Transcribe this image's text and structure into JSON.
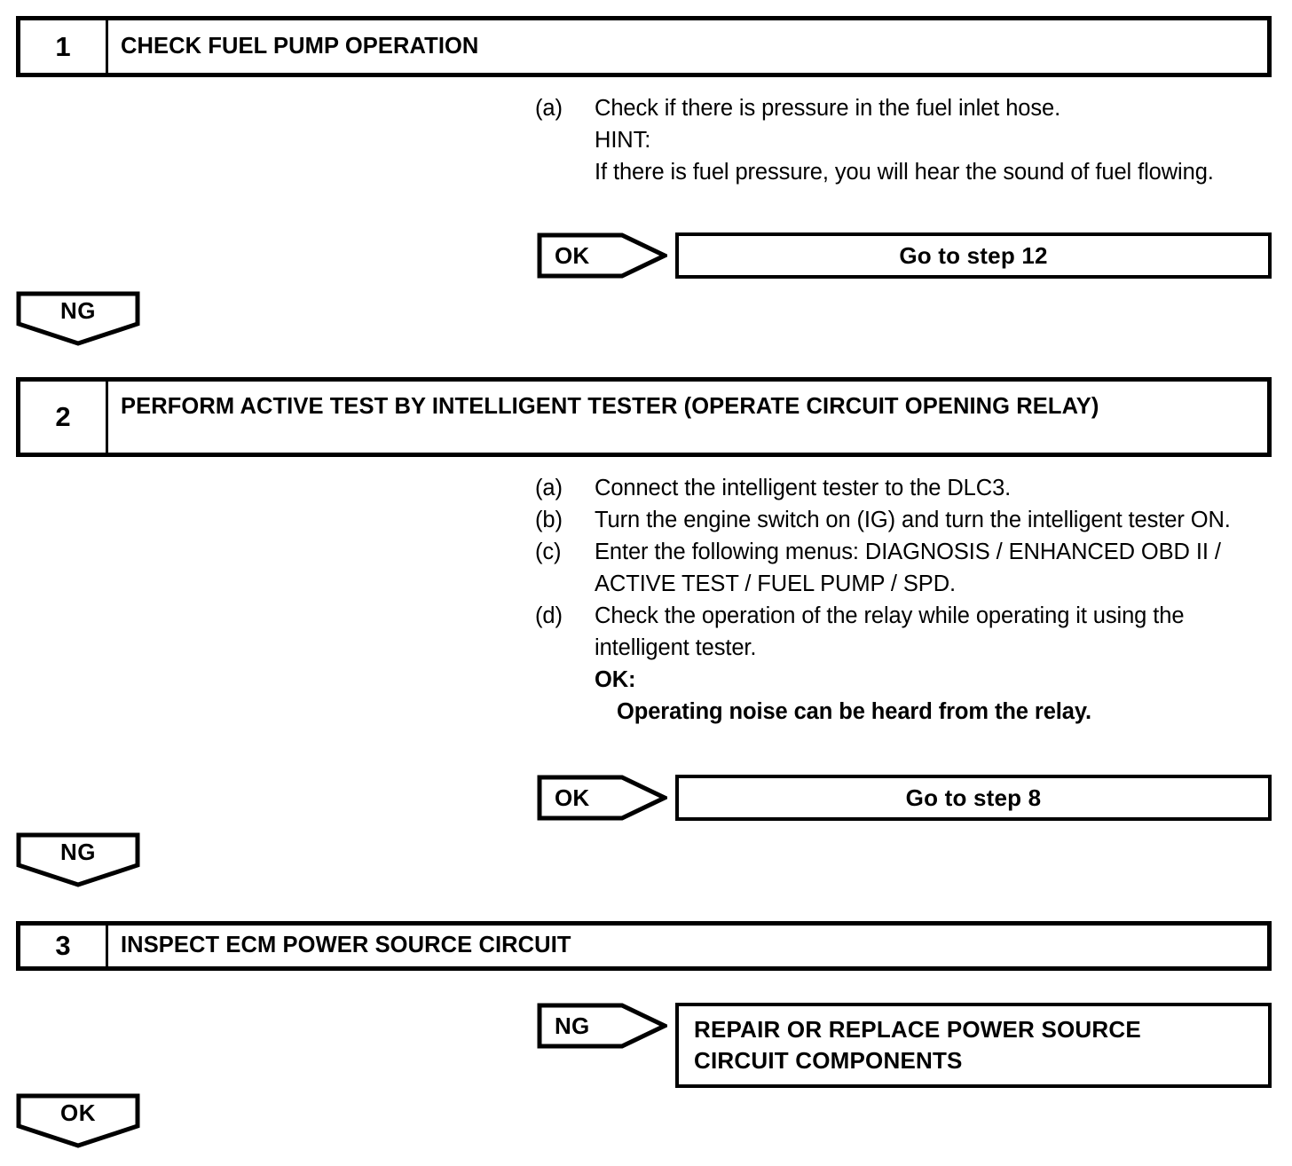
{
  "document": {
    "type": "diagnostic-troubleshooting-flowchart",
    "ink_color": "#000000",
    "background_color": "#ffffff"
  },
  "steps": [
    {
      "number": "1",
      "title": "CHECK FUEL PUMP OPERATION",
      "instructions": [
        {
          "marker": "(a)",
          "text": "Check if there is pressure in the fuel inlet hose."
        },
        {
          "marker": "",
          "text": "HINT:"
        },
        {
          "marker": "",
          "text": "If there is fuel pressure, you will hear the sound of fuel flowing."
        }
      ],
      "result": {
        "judgement": "OK",
        "action": "Go to step 12",
        "align": "center"
      },
      "exit_badge": "NG"
    },
    {
      "number": "2",
      "title": "PERFORM ACTIVE TEST BY INTELLIGENT TESTER (OPERATE CIRCUIT OPENING RELAY)",
      "instructions": [
        {
          "marker": "(a)",
          "text": "Connect the intelligent tester to the DLC3."
        },
        {
          "marker": "(b)",
          "text": "Turn the engine switch on (IG) and turn the intelligent tester ON."
        },
        {
          "marker": "(c)",
          "text": "Enter the following menus: DIAGNOSIS / ENHANCED OBD II / ACTIVE TEST / FUEL PUMP / SPD."
        },
        {
          "marker": "(d)",
          "text": "Check the operation of the relay while operating it using the intelligent tester."
        }
      ],
      "criterion_label": "OK:",
      "criterion_text": "Operating noise can be heard from the relay.",
      "result": {
        "judgement": "OK",
        "action": "Go to step 8",
        "align": "center"
      },
      "exit_badge": "NG"
    },
    {
      "number": "3",
      "title": "INSPECT ECM POWER SOURCE CIRCUIT",
      "instructions": [],
      "result": {
        "judgement": "NG",
        "action_line1": "REPAIR OR REPLACE POWER SOURCE",
        "action_line2": "CIRCUIT COMPONENTS",
        "align": "left"
      },
      "exit_badge": "OK"
    }
  ]
}
